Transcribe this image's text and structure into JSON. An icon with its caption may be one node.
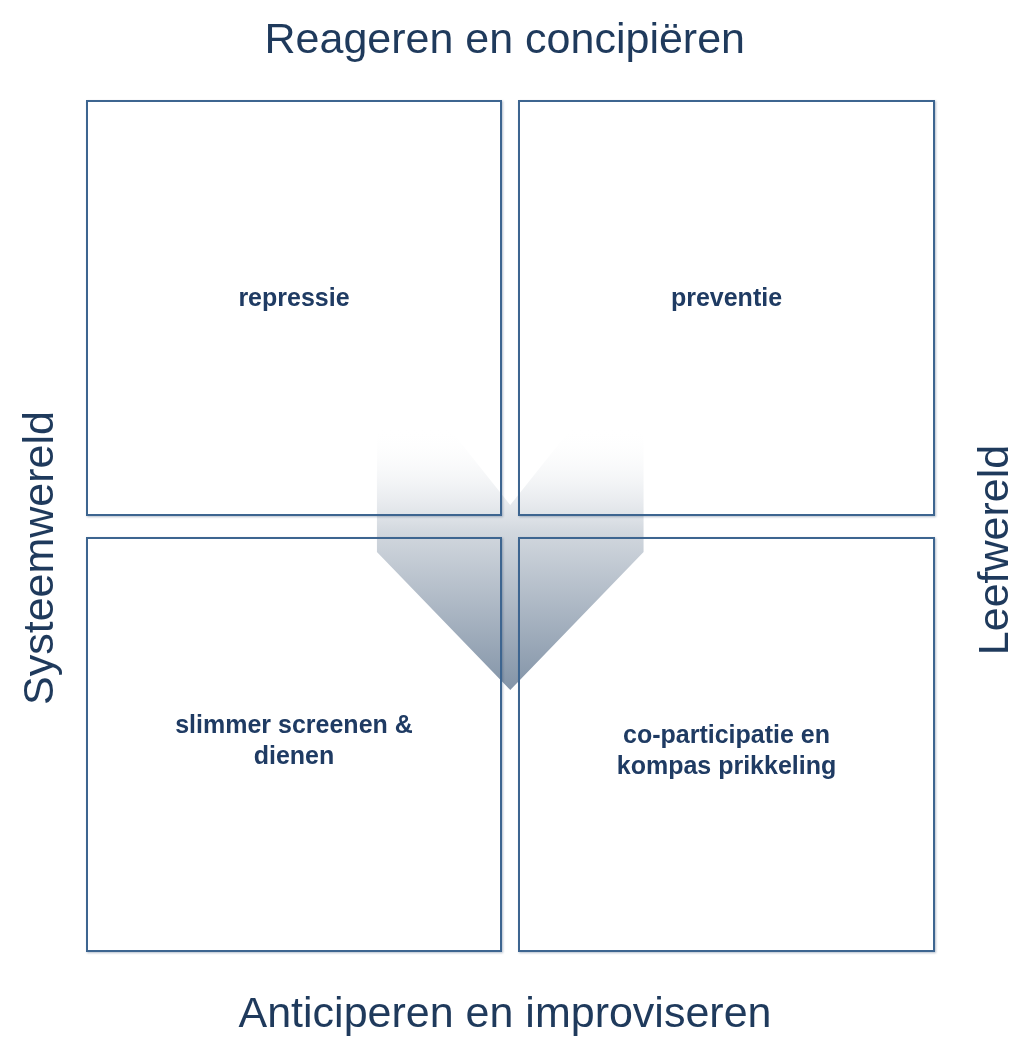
{
  "diagram": {
    "nodes": [
      {
        "text": [
          "repressie"
        ]
      },
      {
        "text": [
          "preventie"
        ]
      },
      {
        "text": [
          "slimmer screenen & dienen"
        ]
      },
      {
        "text": [
          "co-participatie en kompas prikkeling"
        ]
      }
    ],
    "edges": [
      {
        "from": 0,
        "to": 2,
        "arrow": "to"
      },
      {
        "from": 1,
        "to": 3,
        "arrow": "to"
      }
    ],
    "labels": [
      "Reageren en concipiëren",
      "Systeemwereld",
      "Leefwereld",
      "Anticiperen en improviseren"
    ]
  }
}
